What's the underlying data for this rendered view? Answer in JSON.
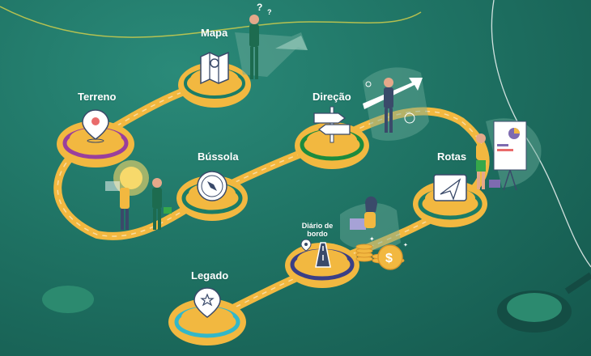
{
  "stops": {
    "mapa": "Mapa",
    "terreno": "Terreno",
    "direcao": "Direção",
    "bussola": "Bússola",
    "rotas": "Rotas",
    "diario": "Diário de bordo",
    "legado": "Legado"
  },
  "colors": {
    "background": "#1f7364",
    "path": "#f2b840",
    "icon_bg": "#ffffff",
    "ring_mapa": "#1b7c66",
    "ring_terreno": "#9a3f9c",
    "ring_direcao": "#1c8b3e",
    "ring_bussola": "#1b7c66",
    "ring_rotas": "#1b7c66",
    "ring_diario": "#3a3f86",
    "ring_legado": "#33b7c9"
  }
}
